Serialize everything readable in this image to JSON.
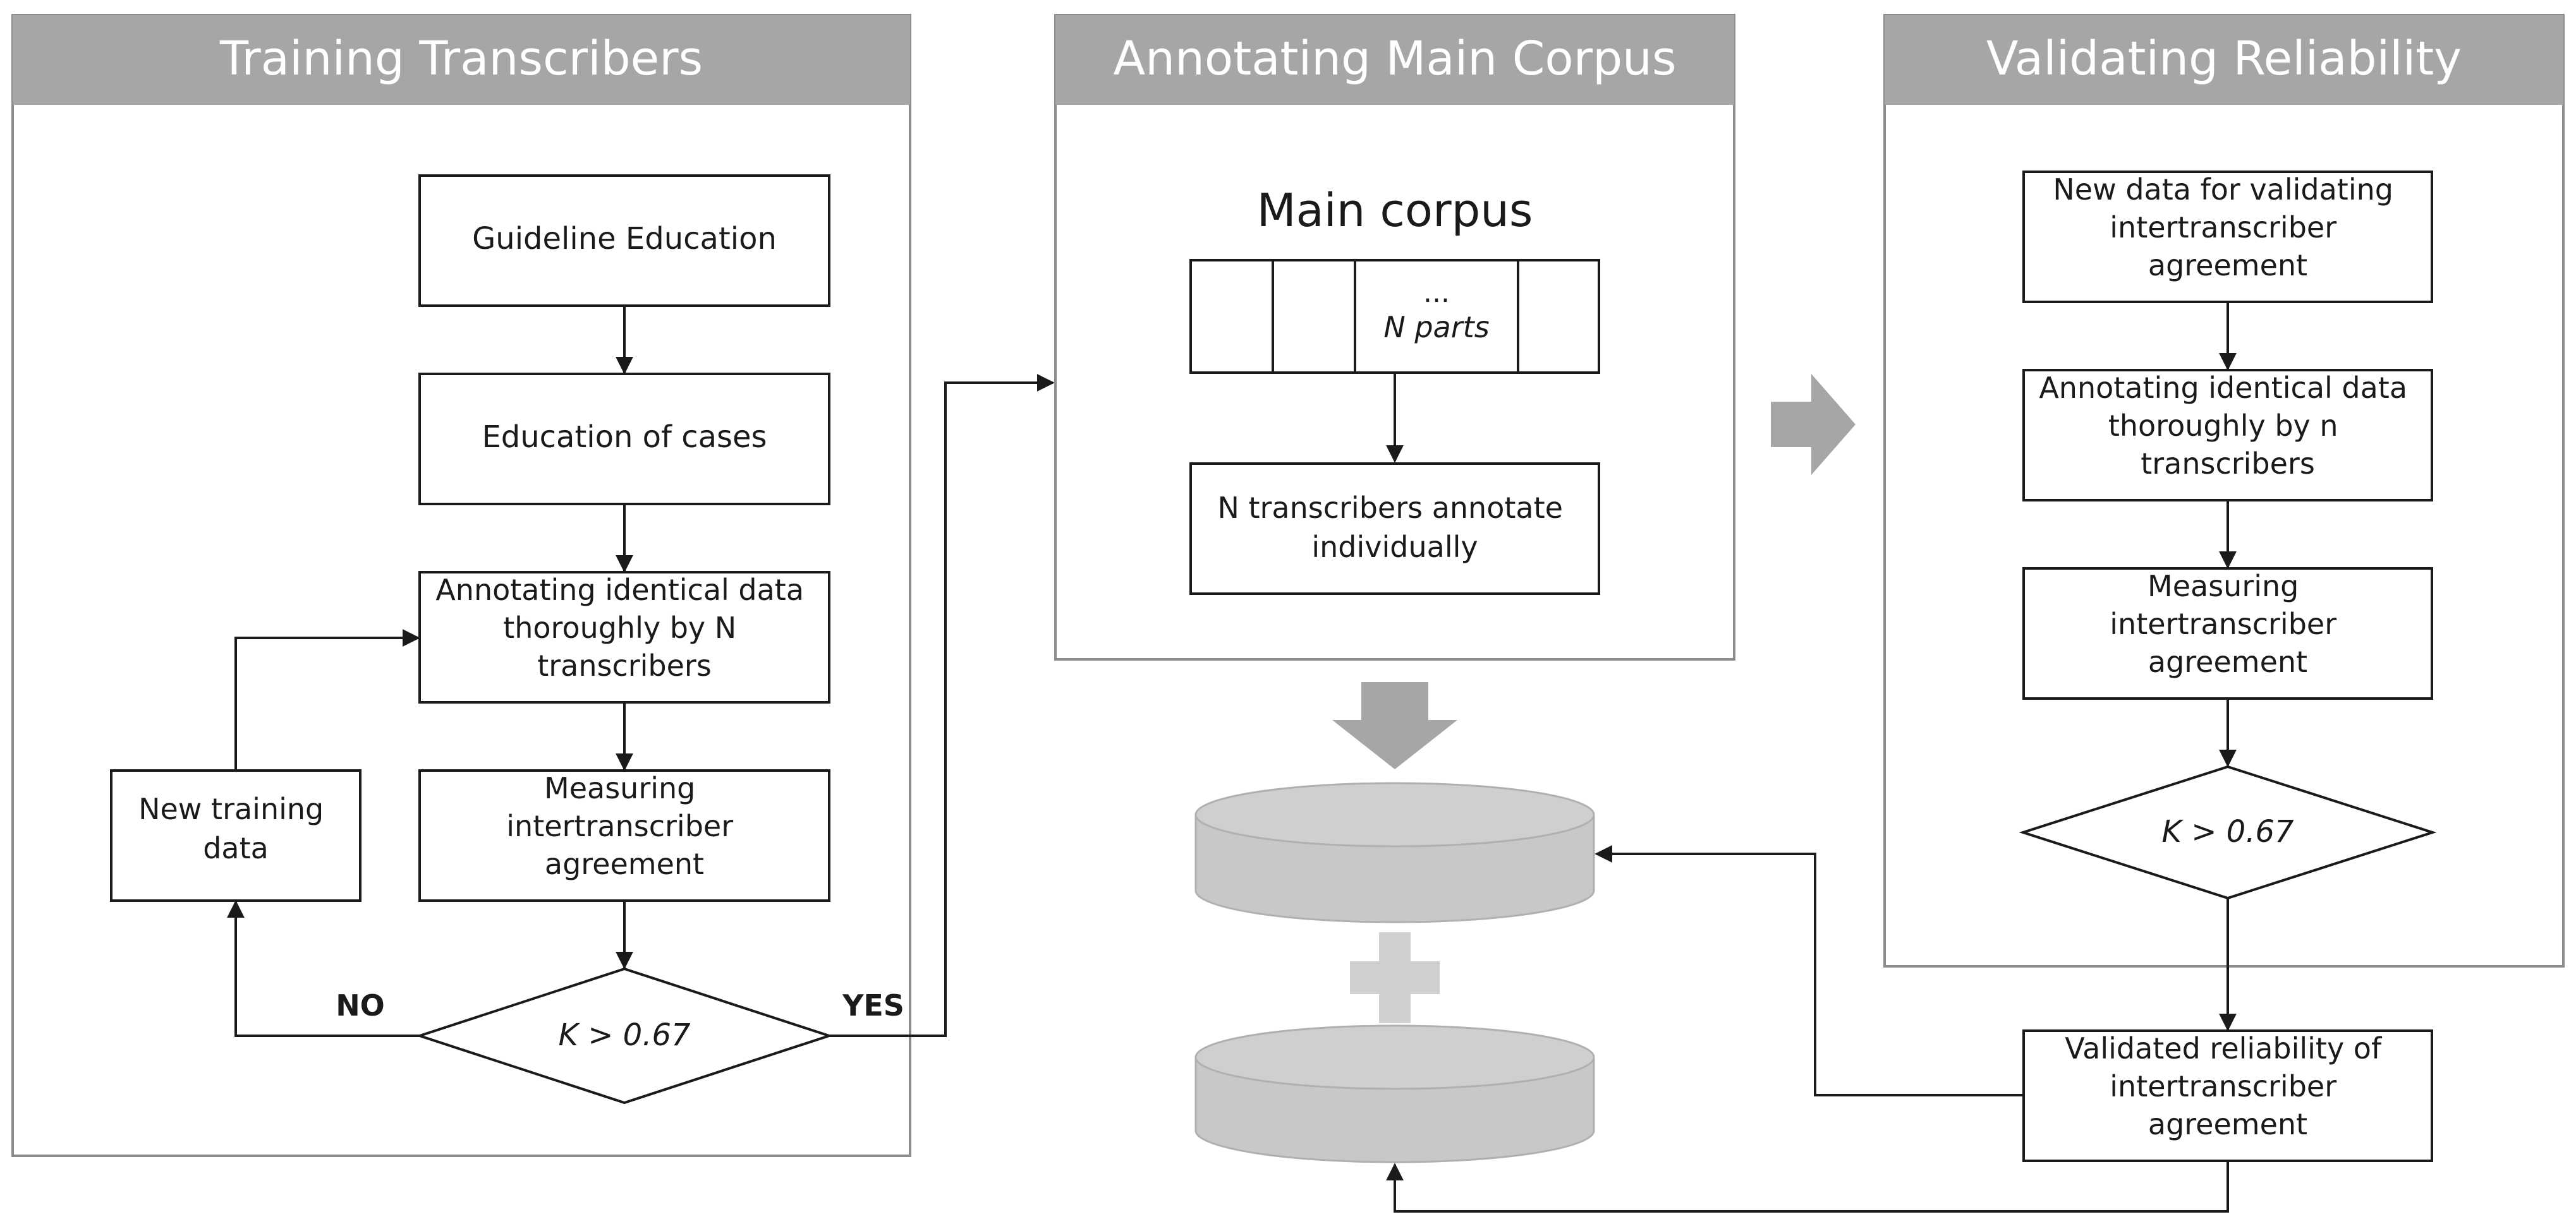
{
  "panels": {
    "training": {
      "title": "Training Transcribers"
    },
    "annotating": {
      "title": "Annotating Main Corpus"
    },
    "validating": {
      "title": "Validating Reliability"
    }
  },
  "training": {
    "guideline": [
      "Guideline  Education"
    ],
    "cases": [
      "Education of cases"
    ],
    "annotating": [
      "Annotating  identical data",
      "thoroughly by  N",
      "transcribers"
    ],
    "measuring": [
      "Measuring",
      "intertranscriber",
      "agreement"
    ],
    "decision": "K  >  0.67",
    "new_training": [
      "New training",
      "data"
    ],
    "no_label": "NO",
    "yes_label": "YES"
  },
  "annotating": {
    "title": "Main corpus",
    "parts_dots": "...",
    "parts_label": "N parts",
    "annotate": [
      "N transcribers annotate",
      "individually"
    ]
  },
  "validating": {
    "new_data": [
      "New data for validating",
      "intertranscriber",
      "agreement"
    ],
    "annotating": [
      "Annotating  identical data",
      "thoroughly by  n",
      "transcribers"
    ],
    "measuring": [
      "Measuring",
      "intertranscriber",
      "agreement"
    ],
    "decision": "K  >  0.67",
    "validated": [
      "Validated reliability of",
      "intertranscriber",
      "agreement"
    ]
  },
  "colors": {
    "header_bg": "#a6a6a6",
    "box_stroke": "#1a1a1a",
    "panel_stroke": "#8c8c8c",
    "arrow_gray": "#a6a6a6",
    "cylinder_fill": "#c8c8c8",
    "plus_gray": "#d0d0d0"
  }
}
